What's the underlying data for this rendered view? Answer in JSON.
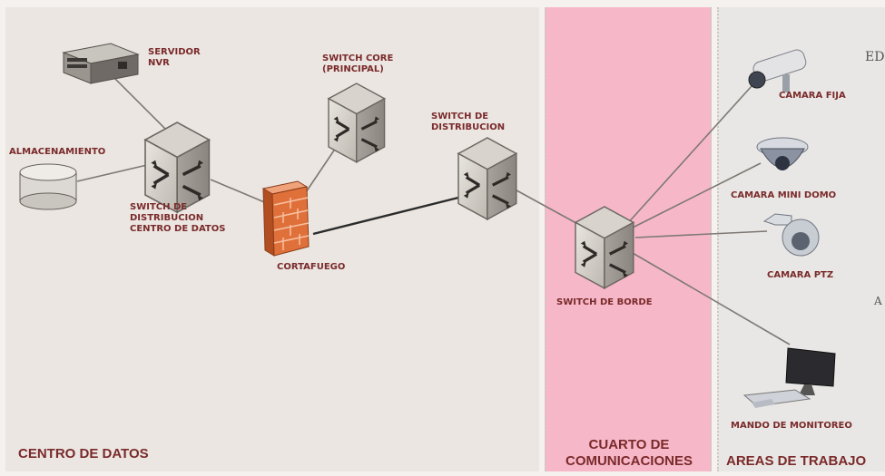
{
  "zones": {
    "datacenter": "CENTRO DE DATOS",
    "comm_room": "CUARTO DE\nCOMUNICACIONES",
    "work_areas": "AREAS DE TRABAJO"
  },
  "nodes": {
    "nvr_server": "SERVIDOR\nNVR",
    "storage": "ALMACENAMIENTO",
    "dc_switch": "SWITCH DE\nDISTRIBUCION\nCENTRO DE DATOS",
    "core_switch": "SWITCH CORE\n(PRINCIPAL)",
    "firewall": "CORTAFUEGO",
    "dist_switch": "SWITCH DE\nDISTRIBUCION",
    "edge_switch": "SWITCH DE BORDE",
    "fixed_camera": "CAMARA FIJA",
    "mini_dome_camera": "CAMARA MINI DOMO",
    "ptz_camera": "CAMARA PTZ",
    "monitoring": "MANDO DE MONITOREO"
  },
  "cut_text": {
    "top_right": "ED",
    "mid_right": "A"
  },
  "colors": {
    "label": "#7a2a2a",
    "comm_room": "#f6b8c8",
    "firewall": "#e0703a"
  }
}
